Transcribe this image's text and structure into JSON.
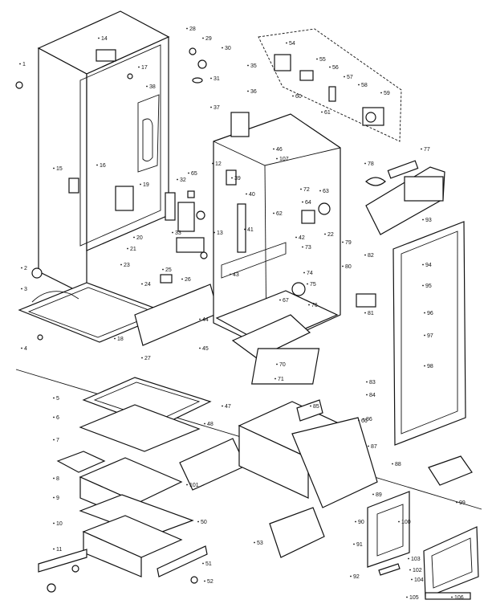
{
  "callouts": [
    "1",
    "2",
    "3",
    "4",
    "5",
    "6",
    "7",
    "8",
    "9",
    "10",
    "11",
    "12",
    "13",
    "14",
    "15",
    "16",
    "17",
    "18",
    "19",
    "20",
    "21",
    "22",
    "23",
    "24",
    "25",
    "26",
    "27",
    "28",
    "29",
    "30",
    "31",
    "32",
    "33",
    "35",
    "36",
    "37",
    "38",
    "39",
    "40",
    "41",
    "42",
    "43",
    "44",
    "45",
    "46",
    "47",
    "48",
    "50",
    "51",
    "52",
    "53",
    "54",
    "55",
    "56",
    "57",
    "58",
    "59",
    "60",
    "61",
    "62",
    "63",
    "64",
    "65",
    "66",
    "67",
    "70",
    "71",
    "72",
    "73",
    "74",
    "75",
    "76",
    "77",
    "78",
    "79",
    "80",
    "81",
    "82",
    "83",
    "84",
    "85",
    "86",
    "87",
    "88",
    "89",
    "90",
    "91",
    "92",
    "93",
    "94",
    "95",
    "96",
    "97",
    "98",
    "99",
    "100",
    "101",
    "102",
    "103",
    "104",
    "105",
    "106",
    "107"
  ]
}
